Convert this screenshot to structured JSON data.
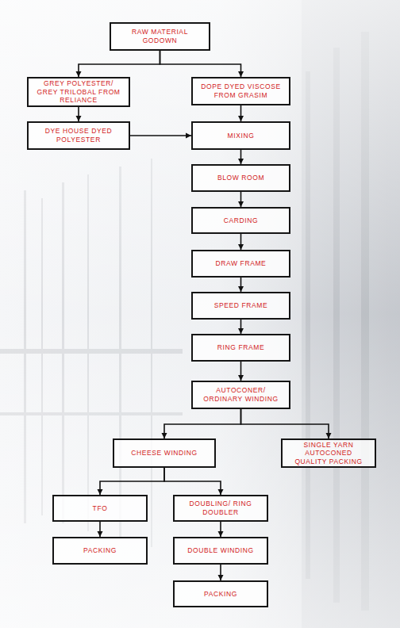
{
  "diagram": {
    "nodes": [
      {
        "text": [
          "RAW MATERIAL GODOWN"
        ]
      },
      {
        "text": [
          "GREY POLYESTER/ GREY TRILOBAL FROM RELIANCE"
        ]
      },
      {
        "text": [
          "DOPE DYED VISCOSE FROM GRASIM"
        ]
      },
      {
        "text": [
          "DYE HOUSE DYED POLYESTER"
        ]
      },
      {
        "text": [
          "MIXING"
        ]
      },
      {
        "text": [
          "BLOW ROOM"
        ]
      },
      {
        "text": [
          "CARDING"
        ]
      },
      {
        "text": [
          "DRAW FRAME"
        ]
      },
      {
        "text": [
          "SPEED FRAME"
        ]
      },
      {
        "text": [
          "RING FRAME"
        ]
      },
      {
        "text": [
          "AUTOCONER/ ORDINARY WINDING"
        ]
      },
      {
        "text": [
          "CHEESE WINDING"
        ]
      },
      {
        "text": [
          "SINGLE YARN AUTOCONED QUALITY PACKING"
        ]
      },
      {
        "text": [
          "TFO"
        ]
      },
      {
        "text": [
          "DOUBLING/ RING DOUBLER"
        ]
      },
      {
        "text": [
          "PACKING"
        ]
      },
      {
        "text": [
          "DOUBLE WINDING"
        ]
      },
      {
        "text": [
          "PACKING"
        ]
      }
    ],
    "edges": [
      {
        "from": 0,
        "to": 1,
        "arrow": "to"
      },
      {
        "from": 0,
        "to": 2,
        "arrow": "to"
      },
      {
        "from": 1,
        "to": 3,
        "arrow": "to"
      },
      {
        "from": 3,
        "to": 4,
        "arrow": "to"
      },
      {
        "from": 2,
        "to": 4,
        "arrow": "to"
      },
      {
        "from": 4,
        "to": 5,
        "arrow": "to"
      },
      {
        "from": 5,
        "to": 6,
        "arrow": "to"
      },
      {
        "from": 6,
        "to": 7,
        "arrow": "to"
      },
      {
        "from": 7,
        "to": 8,
        "arrow": "to"
      },
      {
        "from": 8,
        "to": 9,
        "arrow": "to"
      },
      {
        "from": 9,
        "to": 10,
        "arrow": "to"
      },
      {
        "from": 10,
        "to": 11,
        "arrow": "to"
      },
      {
        "from": 10,
        "to": 12,
        "arrow": "to"
      },
      {
        "from": 11,
        "to": 13,
        "arrow": "to"
      },
      {
        "from": 11,
        "to": 14,
        "arrow": "to"
      },
      {
        "from": 13,
        "to": 15,
        "arrow": "to"
      },
      {
        "from": 14,
        "to": 16,
        "arrow": "to"
      },
      {
        "from": 16,
        "to": 17,
        "arrow": "to"
      }
    ]
  }
}
